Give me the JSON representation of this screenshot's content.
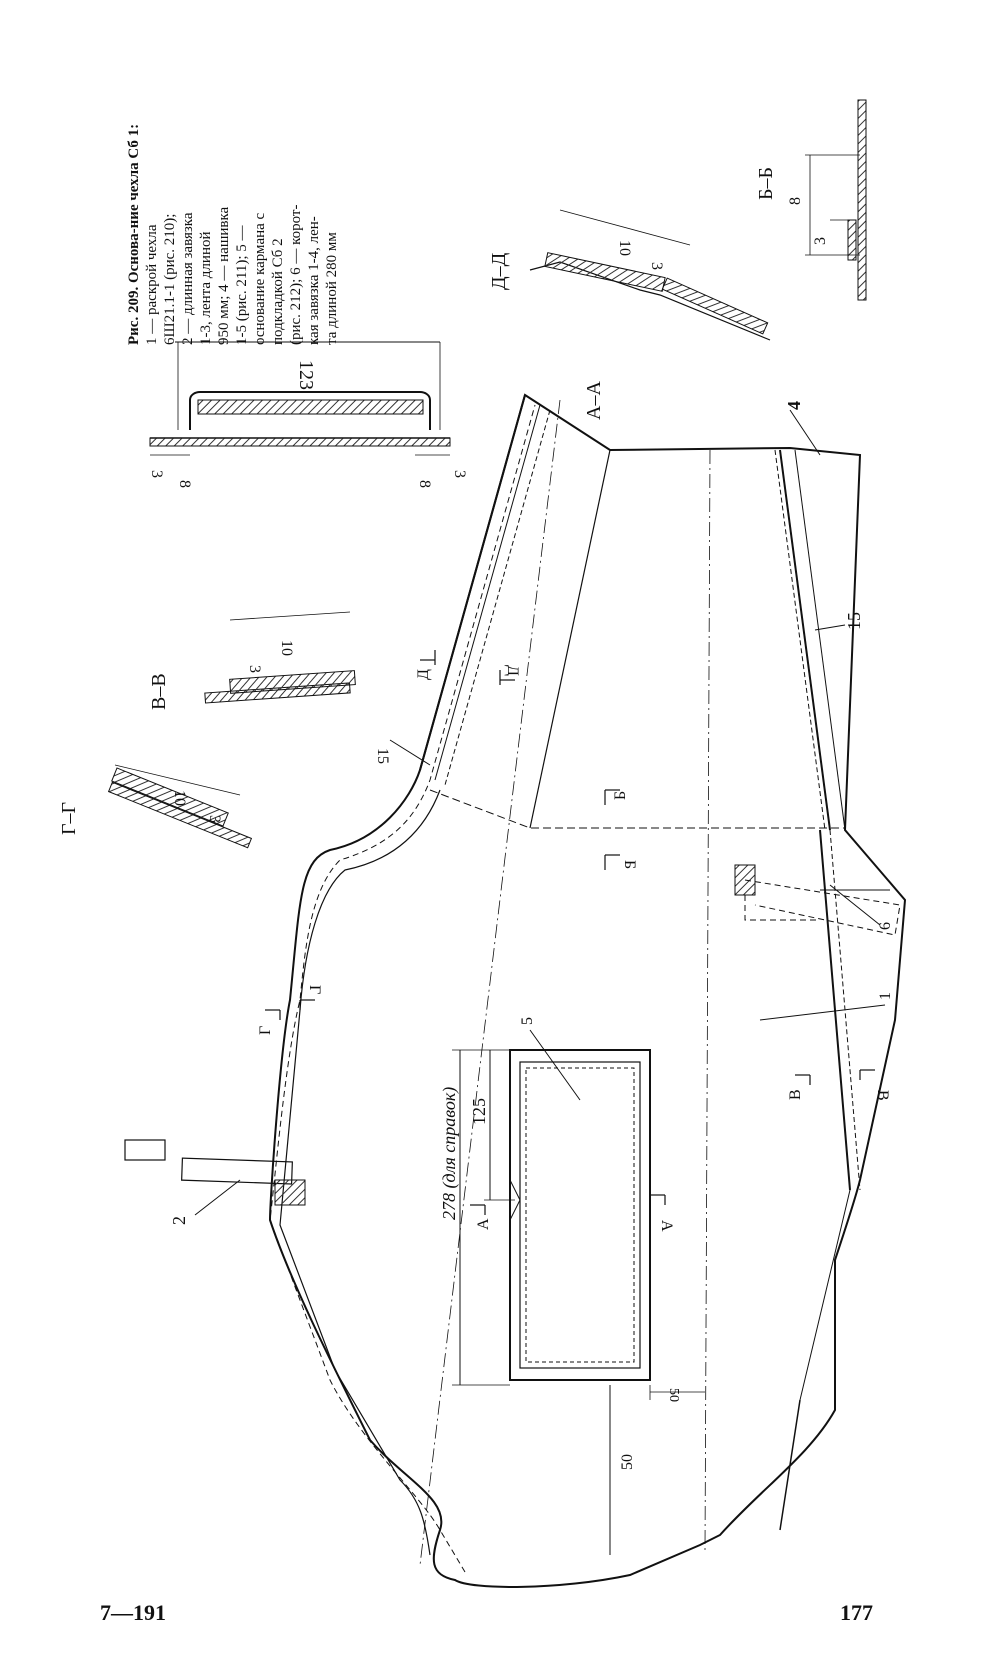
{
  "page": {
    "left_number": "7—191",
    "right_number": "177"
  },
  "caption": {
    "title": "Рис. 209. Основа-ние чехла Сб 1:",
    "lines": [
      "1 — раскрой чехла",
      "6Ш21.1-1 (рис. 210);",
      "2 — длинная завязка",
      "1-3, лента длиной",
      "950 мм; 4 — нашивка",
      "1-5 (рис. 211); 5 —",
      "основание кармана с",
      "подкладкой Сб 2",
      "(рис. 212); 6 — корот-",
      "кая завязка 1-4, лен-",
      "та длиной 280 мм"
    ]
  },
  "sections": {
    "aa": "А–А",
    "bb": "Б–Б",
    "vv": "В–В",
    "gg": "Г–Г",
    "dd": "Д–Д"
  },
  "dimensions": {
    "aa_width": "123",
    "aa_8_left": "8",
    "aa_3_left": "3",
    "aa_8_right": "8",
    "aa_3_right": "3",
    "bb_8": "8",
    "bb_3": "3",
    "vv_10": "10",
    "vv_3": "3",
    "gg_10": "10",
    "gg_3": "3",
    "dd_10": "10",
    "dd_3": "3",
    "pocket_125": "125",
    "reference_278": "278 (для справок)",
    "bottom_50": "50",
    "bottom_50b": "50",
    "top_15": "15",
    "right_15": "15"
  },
  "callouts": [
    "1",
    "2",
    "4",
    "5",
    "6"
  ],
  "cut_marks": {
    "a": "А",
    "b": "Б",
    "v": "В",
    "g": "Г",
    "d": "Д"
  }
}
